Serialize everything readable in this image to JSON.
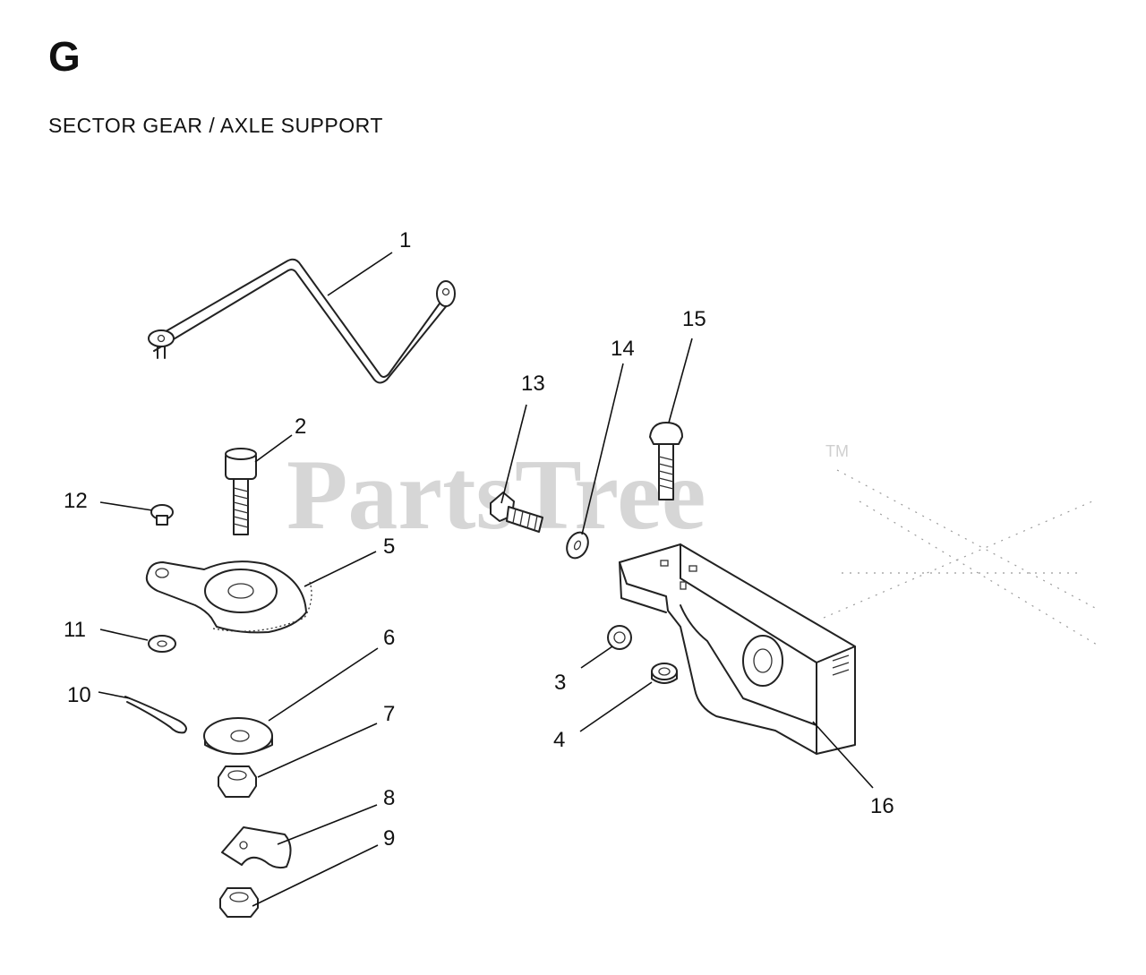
{
  "header": {
    "section_letter": "G",
    "section_title": "SECTOR GEAR / AXLE SUPPORT"
  },
  "watermark": {
    "brand": "PartsTree",
    "trademark": "TM"
  },
  "callouts": [
    "1",
    "2",
    "3",
    "4",
    "5",
    "6",
    "7",
    "8",
    "9",
    "10",
    "11",
    "12",
    "13",
    "14",
    "15",
    "16"
  ],
  "colors": {
    "line": "#111111",
    "watermark": "#d6d6d6",
    "background": "#ffffff"
  }
}
